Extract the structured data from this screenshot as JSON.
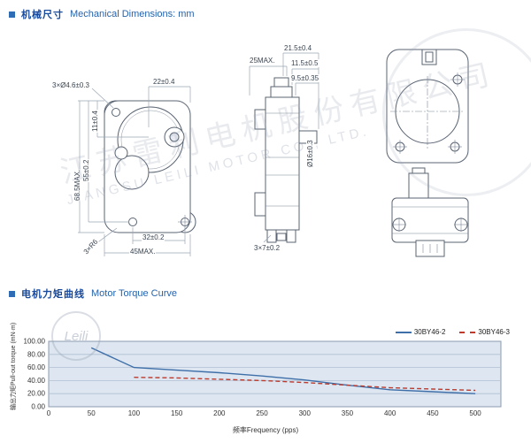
{
  "page": {
    "accent": "#1e5aa5",
    "background": "#ffffff"
  },
  "sections": {
    "mechanical": {
      "title_cn": "机械尺寸",
      "title_en": "Mechanical Dimensions: mm"
    },
    "torque": {
      "title_cn": "电机力矩曲线",
      "title_en": "Motor Torque Curve"
    }
  },
  "dims": {
    "holes3": "3×Ø4.6±0.3",
    "w22": "22±0.4",
    "h11": "11±0.4",
    "h55": "55±0.2",
    "h685": "68.5MAX.",
    "r6": "3×R6",
    "w32": "32±0.2",
    "w45": "45MAX.",
    "w25": "25MAX.",
    "w215": "21.5±0.4",
    "w115": "11.5±0.5",
    "w95": "9.5±0.35",
    "d16": "Ø16±0.3",
    "p37": "3×7±0.2"
  },
  "watermark": {
    "cn": "江苏雷利电机股份有限公司",
    "en": "JIANGSU LEILI MOTOR CO., LTD.",
    "logo": "Leili"
  },
  "chart_data": {
    "type": "line",
    "title": "Motor Torque Curve 电机力矩曲线",
    "xlabel": "频率Frequency (pps)",
    "ylabel": "输出力矩Pull-out torque (mN·m)",
    "xlim": [
      0,
      530
    ],
    "ylim": [
      0,
      100
    ],
    "xticks": [
      0,
      50,
      100,
      150,
      200,
      250,
      300,
      350,
      400,
      450,
      500
    ],
    "yticks": [
      0,
      20,
      40,
      60,
      80,
      100
    ],
    "ytick_labels": [
      "0.00",
      "20.00",
      "40.00",
      "60.00",
      "80.00",
      "100.00"
    ],
    "grid": "horizontal",
    "legend_position": "top-right",
    "colors": {
      "plot_bg": "#dde6f1",
      "grid": "#b0bfd2",
      "frame": "#8b9bb0"
    },
    "series": [
      {
        "name": "30BY46-2",
        "color": "#3f6fa8",
        "dash": "",
        "points": [
          [
            50,
            90
          ],
          [
            100,
            60
          ],
          [
            150,
            56
          ],
          [
            200,
            52
          ],
          [
            250,
            47
          ],
          [
            300,
            41
          ],
          [
            350,
            33
          ],
          [
            400,
            26
          ],
          [
            450,
            23
          ],
          [
            500,
            20
          ]
        ]
      },
      {
        "name": "30BY46-3",
        "color": "#c0392b",
        "dash": "5 3",
        "points": [
          [
            100,
            45
          ],
          [
            150,
            44
          ],
          [
            200,
            42
          ],
          [
            250,
            40
          ],
          [
            300,
            37
          ],
          [
            350,
            33
          ],
          [
            400,
            29
          ],
          [
            450,
            27
          ],
          [
            500,
            25
          ]
        ]
      }
    ]
  }
}
